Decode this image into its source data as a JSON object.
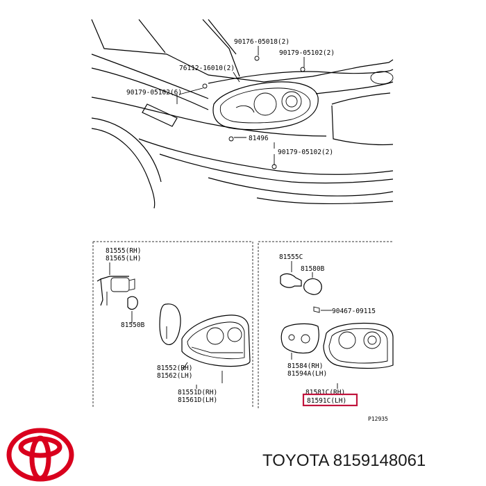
{
  "callouts_top": {
    "c1": "90176-05018(2)",
    "c2": "90179-05102(2)",
    "c3": "76112-16010(2)",
    "c4": "90179-05102(6)",
    "c5": "81496",
    "c6": "90179-05102(2)"
  },
  "left_panel": {
    "p1": "81555(RH)",
    "p2": "81565(LH)",
    "p3": "81550B",
    "p4": "81552(RH)",
    "p5": "81562(LH)",
    "p6": "81551D(RH)",
    "p7": "81561D(LH)"
  },
  "right_panel": {
    "p1": "81555C",
    "p2": "81580B",
    "p3": "90467-09115",
    "p4": "81584(RH)",
    "p5": "81594A(LH)",
    "p6": "81581C(RH)",
    "p7": "81591C(LH)"
  },
  "highlight_color": "#c0143c",
  "logo_color": "#d9001d",
  "ref_code": "P12935",
  "footer": {
    "brand_part": "TOYOTA 8159148061"
  },
  "icons": {
    "logo": "toyota-logo-icon"
  }
}
